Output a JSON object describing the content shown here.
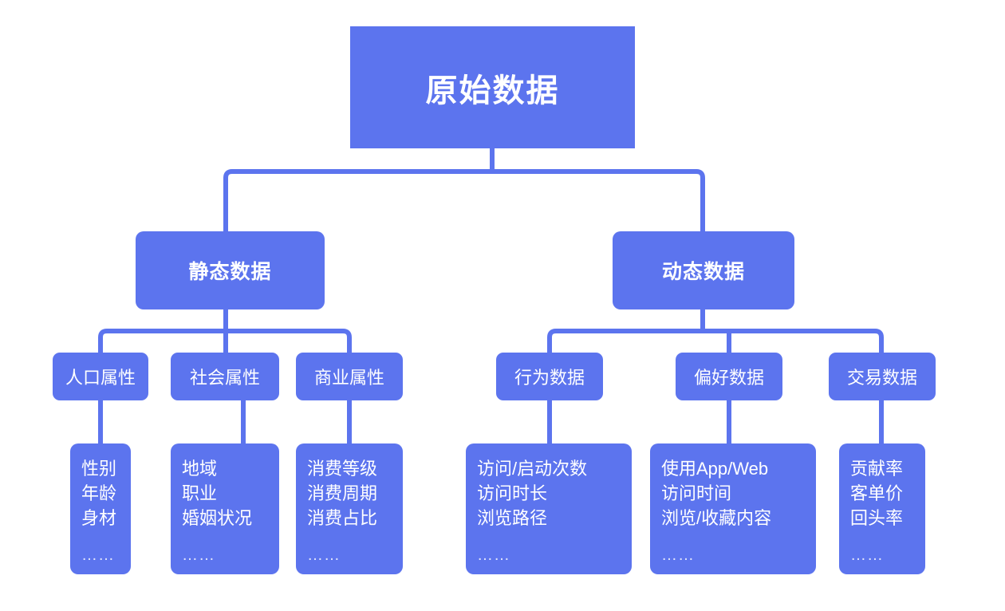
{
  "theme": {
    "node_fill": "#5C74EE",
    "connector_color": "#5C74EE",
    "text_color": "#FFFFFF",
    "ellipsis_color": "#E2E6FB",
    "background": "#FFFFFF"
  },
  "diagram": {
    "type": "tree",
    "title": "原始数据",
    "root": {
      "label": "原始数据"
    },
    "level2": [
      {
        "id": "static",
        "label": "静态数据"
      },
      {
        "id": "dynamic",
        "label": "动态数据"
      }
    ],
    "level3": [
      {
        "id": "demographic",
        "label": "人口属性",
        "parent": "static"
      },
      {
        "id": "social",
        "label": "社会属性",
        "parent": "static"
      },
      {
        "id": "commercial",
        "label": "商业属性",
        "parent": "static"
      },
      {
        "id": "behavior",
        "label": "行为数据",
        "parent": "dynamic"
      },
      {
        "id": "preference",
        "label": "偏好数据",
        "parent": "dynamic"
      },
      {
        "id": "transaction",
        "label": "交易数据",
        "parent": "dynamic"
      }
    ],
    "leaves": [
      {
        "id": "demographic-details",
        "parent": "demographic",
        "lines": [
          "性别",
          "年龄",
          "身材"
        ],
        "ellipsis": "……"
      },
      {
        "id": "social-details",
        "parent": "social",
        "lines": [
          "地域",
          "职业",
          "婚姻状况"
        ],
        "ellipsis": "……"
      },
      {
        "id": "commercial-details",
        "parent": "commercial",
        "lines": [
          "消费等级",
          "消费周期",
          "消费占比"
        ],
        "ellipsis": "……"
      },
      {
        "id": "behavior-details",
        "parent": "behavior",
        "lines": [
          "访问/启动次数",
          "访问时长",
          "浏览路径"
        ],
        "ellipsis": "……"
      },
      {
        "id": "preference-details",
        "parent": "preference",
        "lines": [
          "使用App/Web",
          "访问时间",
          "浏览/收藏内容"
        ],
        "ellipsis": "……"
      },
      {
        "id": "transaction-details",
        "parent": "transaction",
        "lines": [
          "贡献率",
          "客单价",
          "回头率"
        ],
        "ellipsis": "……"
      }
    ]
  }
}
